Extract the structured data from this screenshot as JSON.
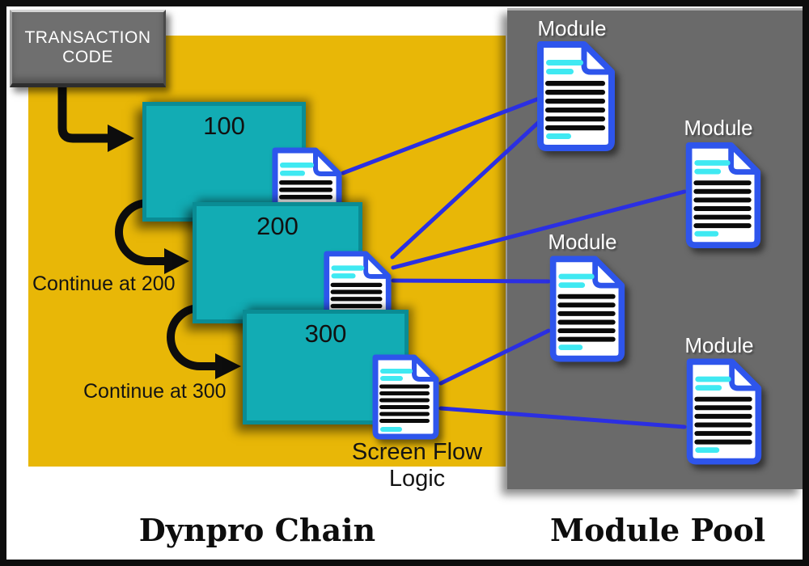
{
  "colors": {
    "yellow_panel": "#E8B707",
    "screen_teal": "#12ACB4",
    "screen_teal_border": "#0A8C94",
    "pool_gray": "#6A6A6A",
    "transaction_box_gray": "#6F6F6F",
    "connector_blue": "#2B2FE2",
    "doc_border_blue": "#2E55EC",
    "doc_line_cyan": "#3FE9F2",
    "doc_line_black": "#0A0A0A",
    "arrow_black": "#0D0D0D"
  },
  "transaction_box": {
    "line1": "TRANSACTION",
    "line2": "CODE"
  },
  "dynpro_chain": {
    "caption": "Dynpro Chain",
    "screens": [
      {
        "number": "100"
      },
      {
        "number": "200"
      },
      {
        "number": "300"
      }
    ],
    "continue_labels": [
      {
        "text": "Continue at 200"
      },
      {
        "text": "Continue at 300"
      }
    ],
    "flow_label": {
      "line1": "Screen Flow",
      "line2": "Logic"
    }
  },
  "module_pool": {
    "caption": "Module Pool",
    "modules": [
      {
        "label": "Module"
      },
      {
        "label": "Module"
      },
      {
        "label": "Module"
      },
      {
        "label": "Module"
      }
    ]
  }
}
